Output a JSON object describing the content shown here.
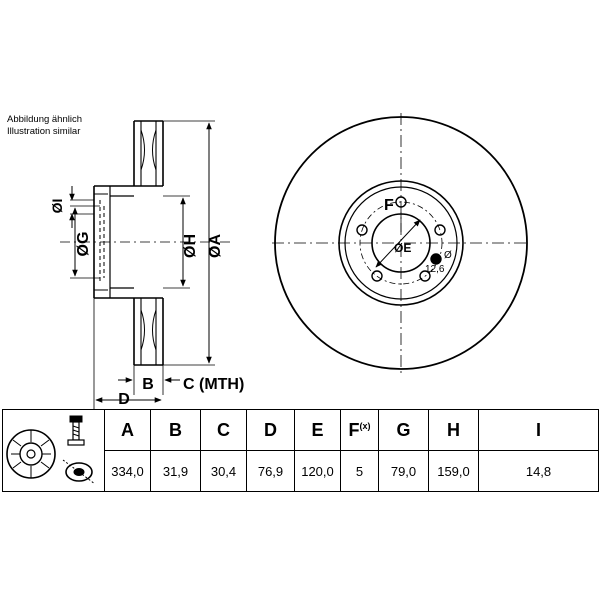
{
  "note": {
    "line1": "Abbildung ähnlich",
    "line2": "Illustration similar"
  },
  "side_view": {
    "label_I": "ØI",
    "label_G": "ØG",
    "label_H": "ØH",
    "label_A": "ØA",
    "label_B": "B",
    "label_C": "C (MTH)",
    "label_D": "D"
  },
  "front_view": {
    "label_F": "F",
    "label_E": "ØE",
    "hole_symbol": "Ø",
    "hole_size": "12,6"
  },
  "table": {
    "headers": [
      "A",
      "B",
      "C",
      "D",
      "E",
      "F",
      "G",
      "H",
      "I"
    ],
    "f_suffix": "(x)",
    "values": [
      "334,0",
      "31,9",
      "30,4",
      "76,9",
      "120,0",
      "5",
      "79,0",
      "159,0",
      "14,8"
    ]
  }
}
